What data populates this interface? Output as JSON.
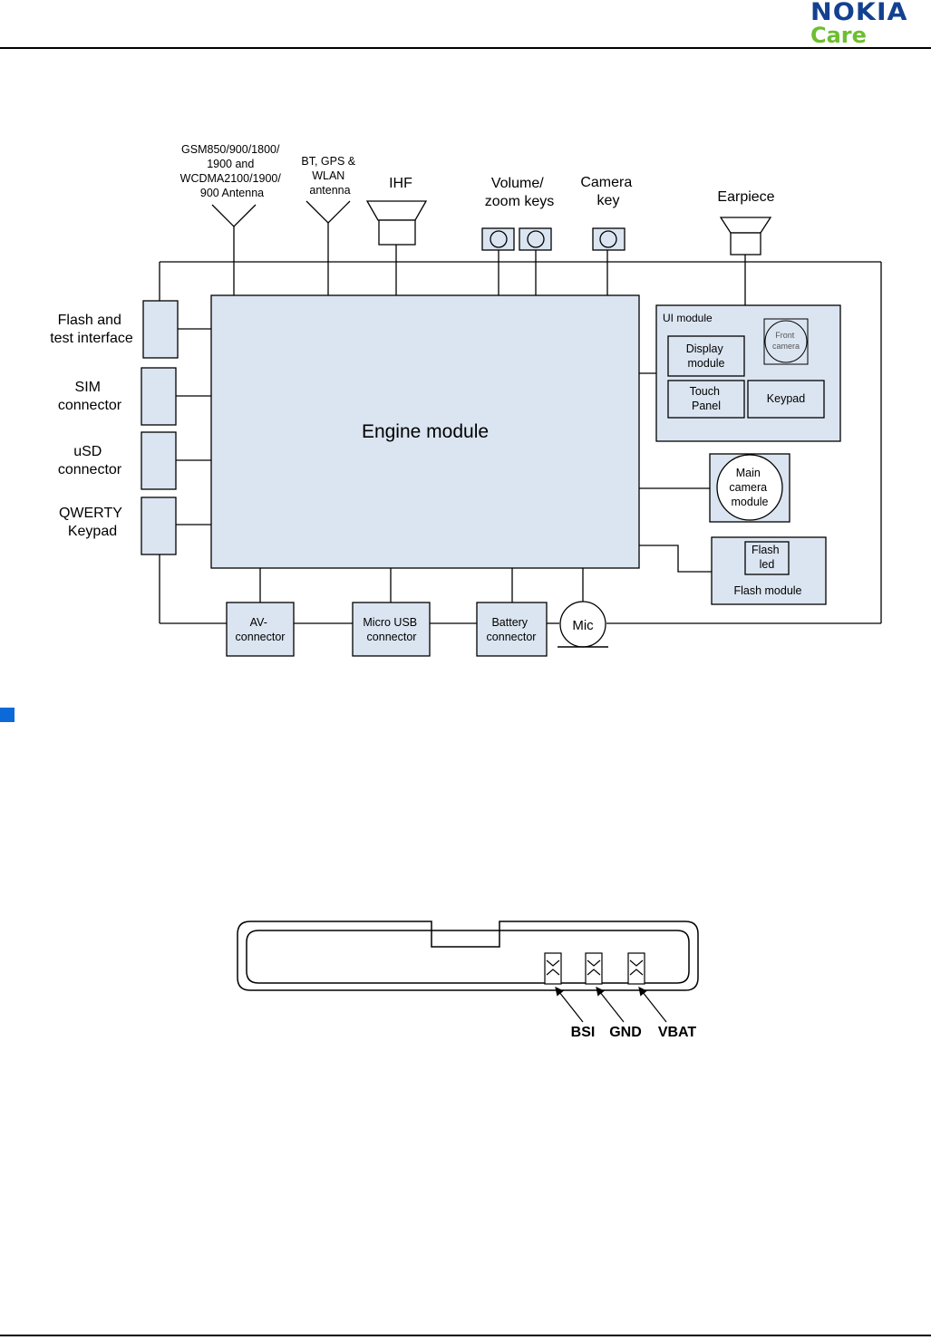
{
  "header": {
    "brand": "NOKIA",
    "subbrand": "Care"
  },
  "block_diagram": {
    "antennas": {
      "gsm": [
        "GSM850/900/1800/",
        "1900 and",
        "WCDMA2100/1900/",
        "900 Antenna"
      ],
      "bt": [
        "BT, GPS &",
        "WLAN",
        "antenna"
      ]
    },
    "ihf": "IHF",
    "volume_keys": [
      "Volume/",
      "zoom keys"
    ],
    "camera_key": [
      "Camera",
      "key"
    ],
    "earpiece": "Earpiece",
    "left_connectors": [
      [
        "Flash and",
        "test interface"
      ],
      [
        "SIM",
        "connector"
      ],
      [
        "uSD",
        "connector"
      ],
      [
        "QWERTY",
        "Keypad"
      ]
    ],
    "engine": "Engine module",
    "ui_module": {
      "title": "UI module",
      "front_camera": [
        "Front",
        "camera"
      ],
      "display": [
        "Display",
        "module"
      ],
      "touch": [
        "Touch",
        "Panel"
      ],
      "keypad": "Keypad"
    },
    "main_camera": [
      "Main",
      "camera",
      "module"
    ],
    "flash_module": {
      "led": [
        "Flash",
        "led"
      ],
      "title": "Flash module"
    },
    "bottom": {
      "av": [
        "AV-",
        "connector"
      ],
      "usb": [
        "Micro USB",
        "connector"
      ],
      "battery": [
        "Battery",
        "connector"
      ],
      "mic": "Mic"
    }
  },
  "battery_figure": {
    "pins": [
      "BSI",
      "GND",
      "VBAT"
    ]
  }
}
